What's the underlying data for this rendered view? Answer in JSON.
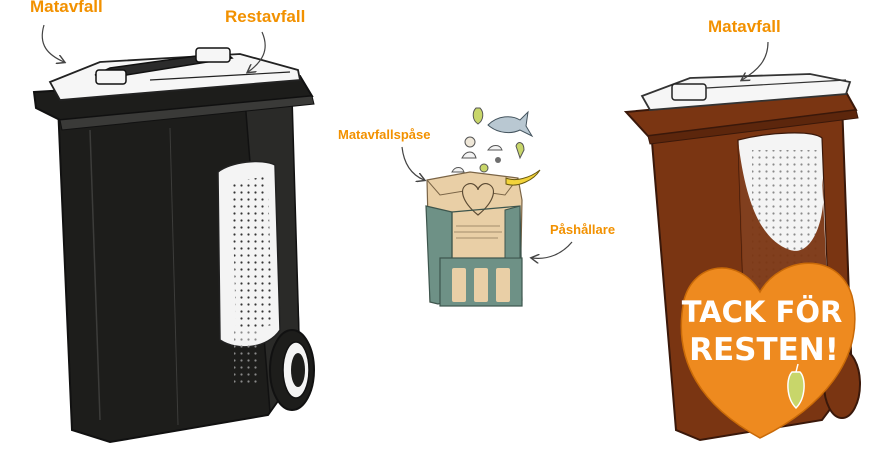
{
  "labels": {
    "left_bin_food_waste": "Matavfall",
    "left_bin_residual_waste": "Restavfall",
    "food_waste_bag": "Matavfallspåse",
    "bag_holder": "Påshållare",
    "right_bin_food_waste": "Matavfall"
  },
  "brand": {
    "slogan_line1": "TACK FÖR",
    "slogan_line2": "RESTEN!"
  },
  "colors": {
    "label_orange": "#f29100",
    "black_bin": "#1d1d1b",
    "brown_bin": "#7a3512",
    "holder_green": "#6e9186",
    "bag_kraft": "#e9cfa6",
    "heart_orange": "#ee8a1f"
  }
}
